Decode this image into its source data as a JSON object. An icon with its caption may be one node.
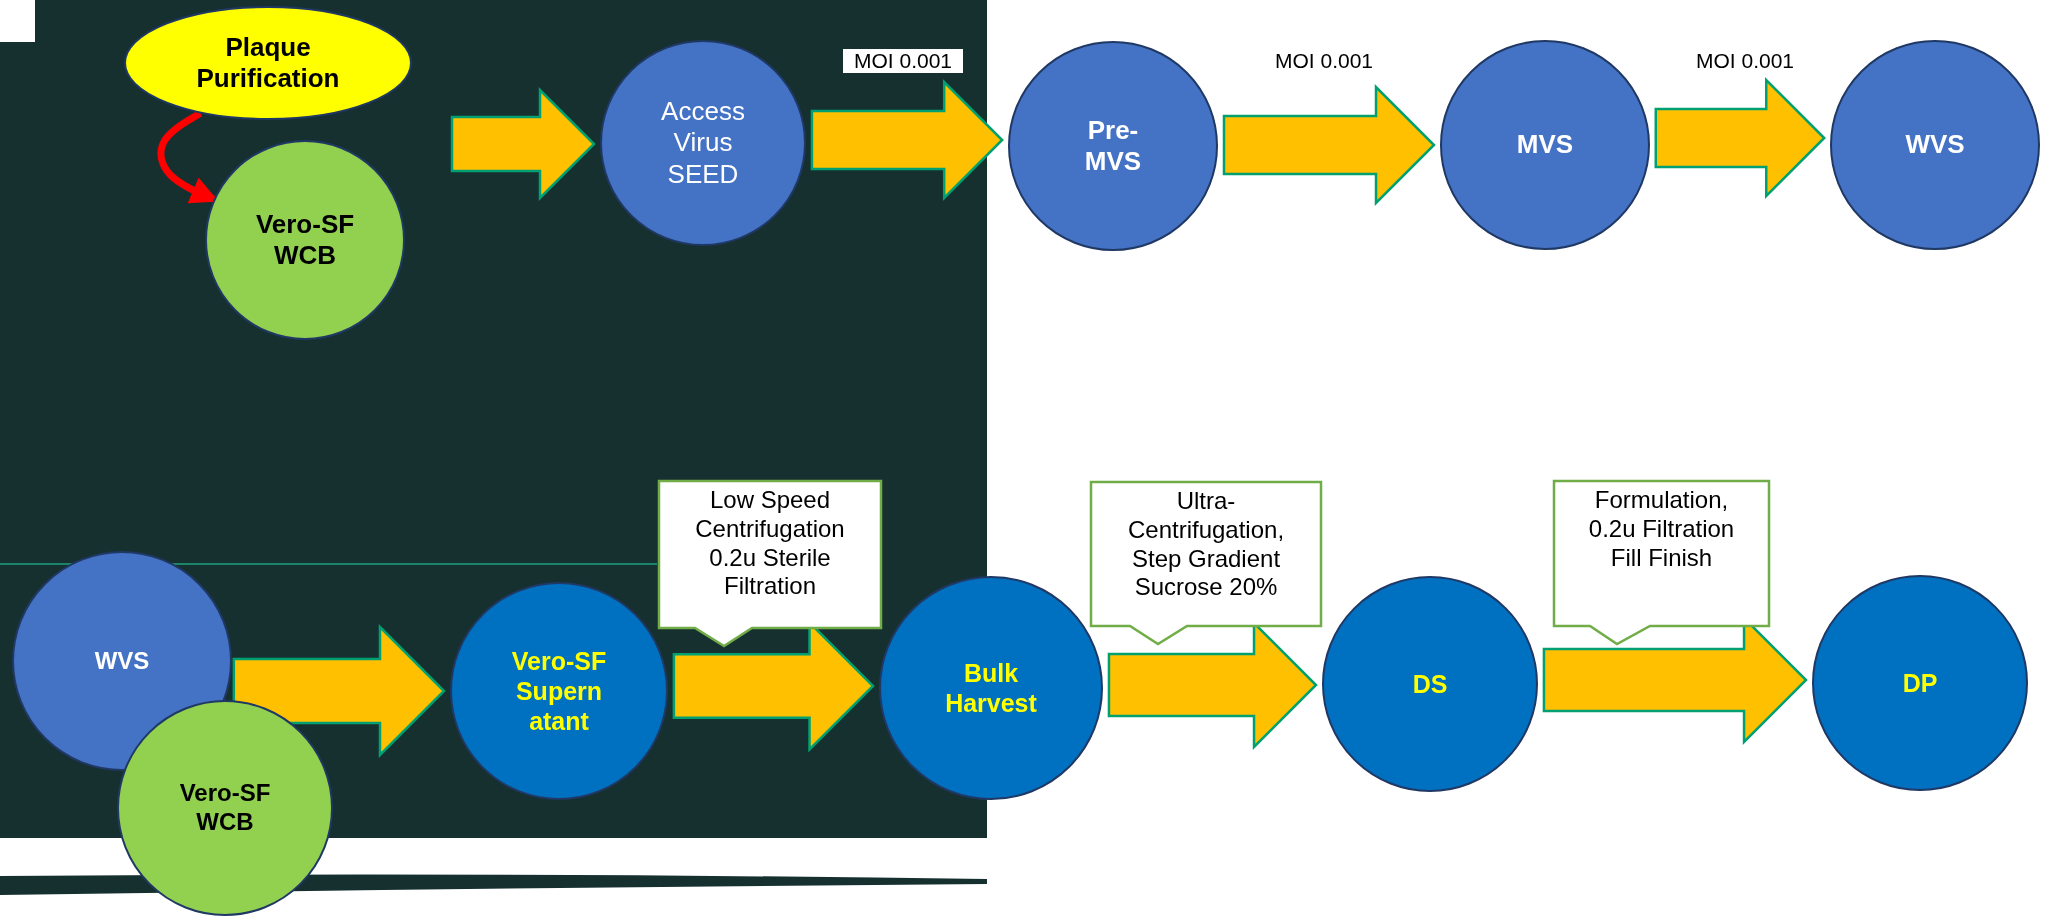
{
  "diagram": {
    "nodes": [
      {
        "text": [
          "Plaque Purification"
        ]
      },
      {
        "text": [
          "Vero-SF WCB"
        ]
      },
      {
        "text": [
          "Access Virus SEED"
        ]
      },
      {
        "text": [
          "Pre-MVS"
        ]
      },
      {
        "text": [
          "MVS"
        ]
      },
      {
        "text": [
          "WVS"
        ]
      },
      {
        "text": [
          "WVS"
        ]
      },
      {
        "text": [
          "Vero-SF WCB"
        ]
      },
      {
        "text": [
          "Vero-SF Supern atant"
        ]
      },
      {
        "text": [
          "Low Speed Centrifugation 0.2u Sterile Filtration"
        ]
      },
      {
        "text": [
          "Bulk Harvest"
        ]
      },
      {
        "text": [
          "Ultra-Centrifugation, Step Gradient Sucrose 20%"
        ]
      },
      {
        "text": [
          "DS"
        ]
      },
      {
        "text": [
          "Formulation, 0.2u Filtration Fill Finish"
        ]
      },
      {
        "text": [
          "DP"
        ]
      }
    ],
    "edges": [
      {
        "from": 0,
        "to": 1,
        "arrow": "to",
        "color": "#ff0000"
      },
      {
        "from": null,
        "to": 2,
        "arrow": "to"
      },
      {
        "from": 2,
        "to": 3,
        "arrow": "to",
        "label": "MOI 0.001"
      },
      {
        "from": 3,
        "to": 4,
        "arrow": "to",
        "label": "MOI 0.001"
      },
      {
        "from": 4,
        "to": 5,
        "arrow": "to",
        "label": "MOI 0.001"
      },
      {
        "from": 6,
        "to": 8,
        "arrow": "to"
      },
      {
        "from": 8,
        "to": 10,
        "arrow": "to"
      },
      {
        "from": 10,
        "to": 12,
        "arrow": "to"
      },
      {
        "from": 12,
        "to": 14,
        "arrow": "to"
      }
    ]
  }
}
